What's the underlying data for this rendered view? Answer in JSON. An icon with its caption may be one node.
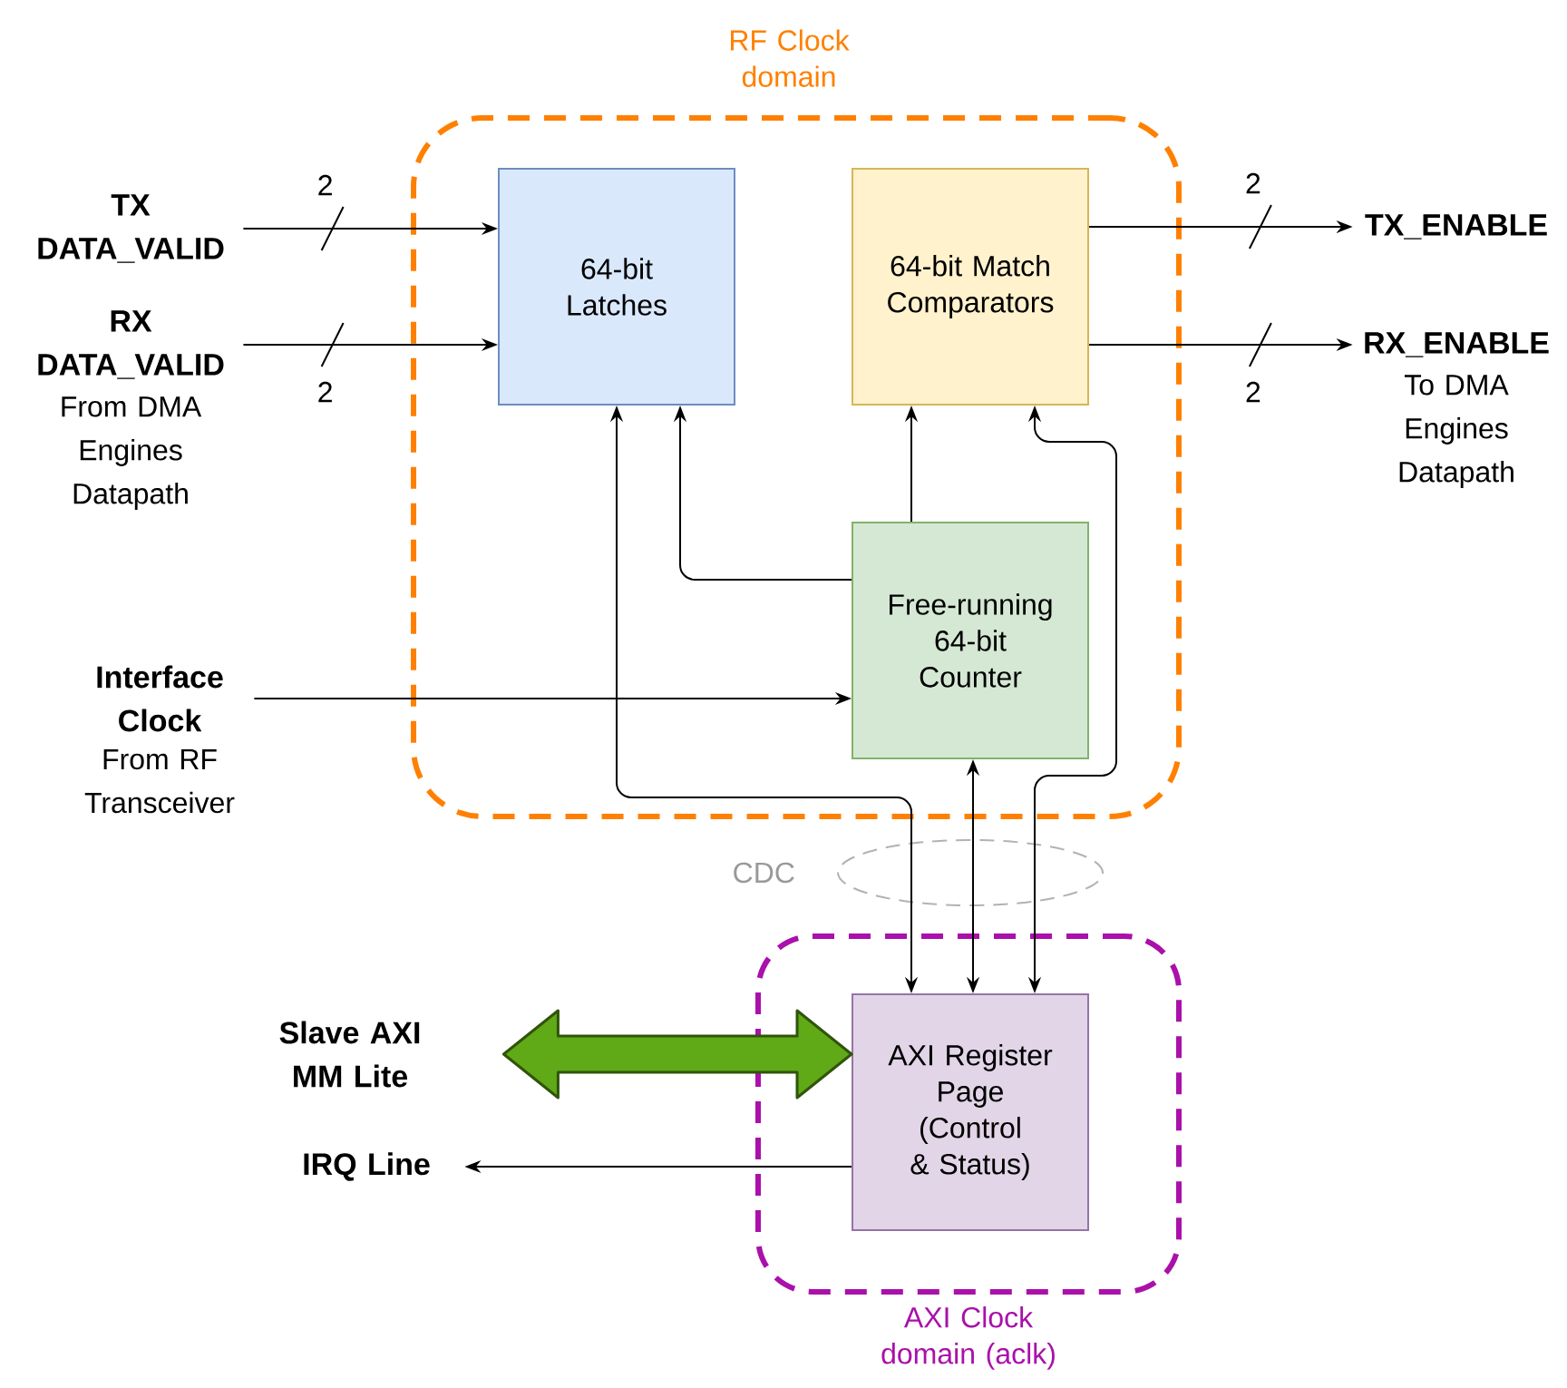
{
  "diagram": {
    "nodes": [
      {
        "text": [
          "RF Clock domain"
        ]
      },
      {
        "text": [
          "64-bit Latches"
        ],
        "in": 0
      },
      {
        "text": [
          "64-bit Match Comparators"
        ],
        "in": 0
      },
      {
        "text": [
          "Free-running 64-bit Counter"
        ],
        "in": 0
      },
      {
        "text": [
          "AXI Clock domain (aclk)"
        ]
      },
      {
        "text": [
          "AXI Register Page (Control & Status)"
        ],
        "in": 4
      },
      {
        "text": [
          "TX DATA_VALID"
        ]
      },
      {
        "text": [
          "RX DATA_VALID"
        ],
        "beside": [
          "From DMA Engines Datapath"
        ]
      },
      {
        "text": [
          "TX_ENABLE"
        ]
      },
      {
        "text": [
          "RX_ENABLE"
        ],
        "beside": [
          "To DMA Engines Datapath"
        ]
      },
      {
        "text": [
          "Interface Clock"
        ],
        "beside": [
          "From RF Transceiver"
        ]
      },
      {
        "text": [
          "Slave AXI MM Lite"
        ]
      },
      {
        "text": [
          "IRQ Line"
        ]
      }
    ],
    "edges": [
      {
        "from": 6,
        "to": 1,
        "arrow": "to",
        "label": "2"
      },
      {
        "from": 7,
        "to": 1,
        "arrow": "to",
        "label": "2"
      },
      {
        "from": 2,
        "to": 8,
        "arrow": "to",
        "label": "2"
      },
      {
        "from": 2,
        "to": 9,
        "arrow": "to",
        "label": "2"
      },
      {
        "from": 10,
        "to": 3,
        "arrow": "to"
      },
      {
        "from": 3,
        "to": 1,
        "arrow": "to"
      },
      {
        "from": 1,
        "to": 5,
        "arrow": "both"
      },
      {
        "from": 3,
        "to": 2,
        "arrow": "to"
      },
      {
        "from": 3,
        "to": 5,
        "arrow": "both"
      },
      {
        "from": 2,
        "to": 5,
        "arrow": "both"
      },
      {
        "from": 11,
        "to": 5,
        "arrow": "both",
        "style": "thick",
        "color": "#60a917"
      },
      {
        "from": 5,
        "to": 12,
        "arrow": "to"
      }
    ],
    "labels": [
      "CDC"
    ]
  }
}
